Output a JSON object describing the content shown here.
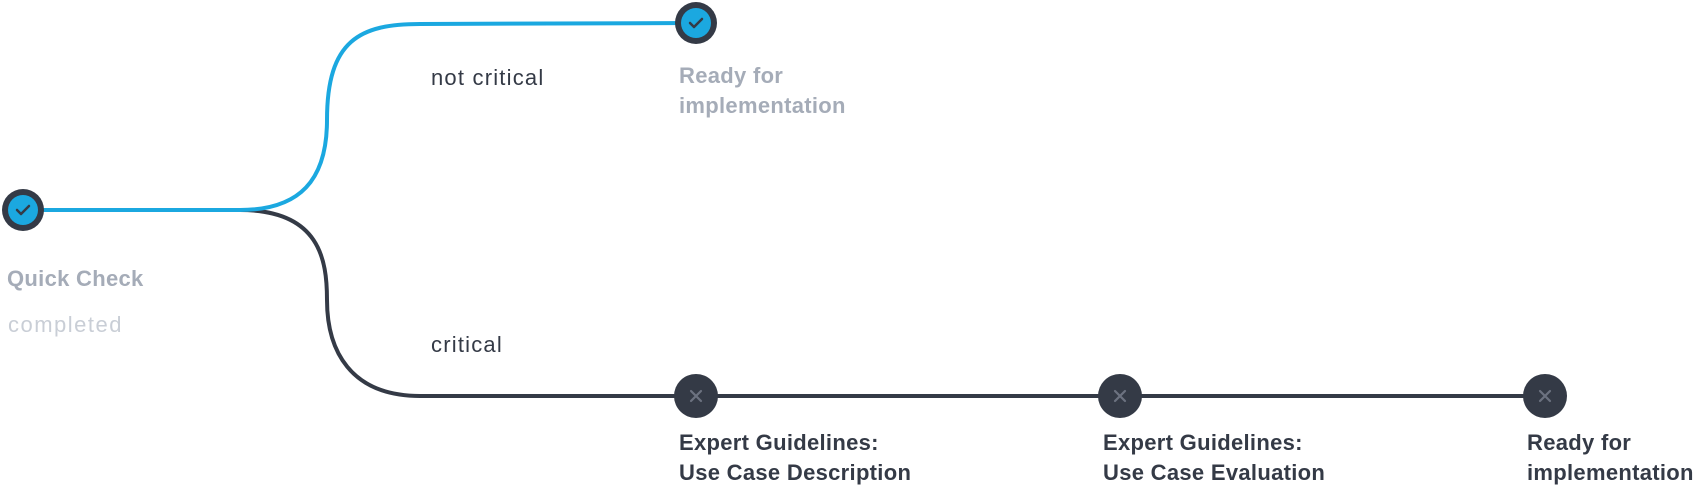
{
  "colors": {
    "active": "#1ba8e0",
    "inactive": "#343a46",
    "title_done": "#a5acb8",
    "status_text": "#c9ced6",
    "title_pending": "#343a46"
  },
  "nodes": {
    "quick_check": {
      "title": "Quick Check",
      "status": "completed",
      "state": "done",
      "icon": "check-icon"
    },
    "ready_top": {
      "title_lines": [
        "Ready for",
        "implementation"
      ],
      "state": "done",
      "icon": "check-icon"
    },
    "expert_use_case_description": {
      "title_lines": [
        "Expert Guidelines:",
        "Use Case Description"
      ],
      "state": "pending",
      "icon": "cross-icon"
    },
    "expert_use_case_evaluation": {
      "title_lines": [
        "Expert Guidelines:",
        "Use Case Evaluation"
      ],
      "state": "pending",
      "icon": "cross-icon"
    },
    "ready_end": {
      "title_lines": [
        "Ready for",
        "implementation"
      ],
      "state": "pending",
      "icon": "cross-icon"
    }
  },
  "branches": {
    "not_critical": "not critical",
    "critical": "critical"
  }
}
